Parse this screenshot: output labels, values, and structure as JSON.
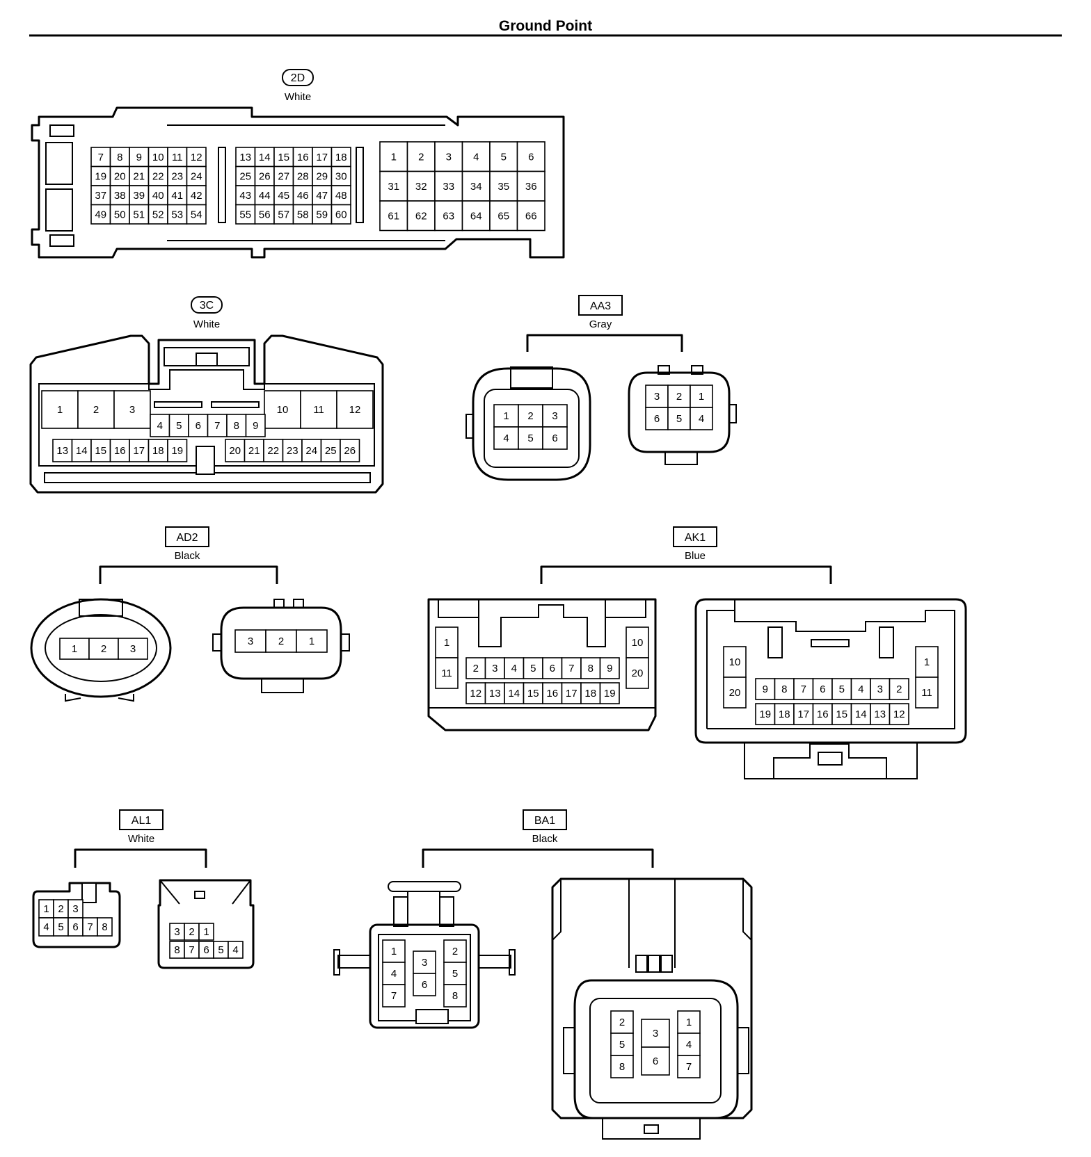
{
  "title": "Ground Point",
  "connectors": [
    {
      "id": "2D",
      "style": "round",
      "color": "White"
    },
    {
      "id": "3C",
      "style": "round",
      "color": "White"
    },
    {
      "id": "AA3",
      "style": "box",
      "color": "Gray"
    },
    {
      "id": "AD2",
      "style": "box",
      "color": "Black"
    },
    {
      "id": "AK1",
      "style": "box",
      "color": "Blue"
    },
    {
      "id": "AL1",
      "style": "box",
      "color": "White"
    },
    {
      "id": "BA1",
      "style": "box",
      "color": "Black"
    }
  ],
  "pins": {
    "c2d_a": [
      [
        "7",
        "8",
        "9",
        "10",
        "11",
        "12"
      ],
      [
        "19",
        "20",
        "21",
        "22",
        "23",
        "24"
      ],
      [
        "37",
        "38",
        "39",
        "40",
        "41",
        "42"
      ],
      [
        "49",
        "50",
        "51",
        "52",
        "53",
        "54"
      ]
    ],
    "c2d_b": [
      [
        "13",
        "14",
        "15",
        "16",
        "17",
        "18"
      ],
      [
        "25",
        "26",
        "27",
        "28",
        "29",
        "30"
      ],
      [
        "43",
        "44",
        "45",
        "46",
        "47",
        "48"
      ],
      [
        "55",
        "56",
        "57",
        "58",
        "59",
        "60"
      ]
    ],
    "c2d_c": [
      [
        "1",
        "2",
        "3",
        "4",
        "5",
        "6"
      ],
      [
        "31",
        "32",
        "33",
        "34",
        "35",
        "36"
      ],
      [
        "61",
        "62",
        "63",
        "64",
        "65",
        "66"
      ]
    ],
    "c3c_left": [
      "1",
      "2",
      "3"
    ],
    "c3c_right": [
      "10",
      "11",
      "12"
    ],
    "c3c_mid": [
      "4",
      "5",
      "6",
      "7",
      "8",
      "9"
    ],
    "c3c_bottom_left": [
      "13",
      "14",
      "15",
      "16",
      "17",
      "18",
      "19"
    ],
    "c3c_bottom_right": [
      "20",
      "21",
      "22",
      "23",
      "24",
      "25",
      "26"
    ],
    "aa3_left": [
      [
        "1",
        "2",
        "3"
      ],
      [
        "4",
        "5",
        "6"
      ]
    ],
    "aa3_right": [
      [
        "3",
        "2",
        "1"
      ],
      [
        "6",
        "5",
        "4"
      ]
    ],
    "ad2_left": [
      "1",
      "2",
      "3"
    ],
    "ad2_right": [
      "3",
      "2",
      "1"
    ],
    "ak1_left": {
      "col_left": [
        "1",
        "11"
      ],
      "top": [
        "2",
        "3",
        "4",
        "5",
        "6",
        "7",
        "8",
        "9"
      ],
      "bottom": [
        "12",
        "13",
        "14",
        "15",
        "16",
        "17",
        "18",
        "19"
      ],
      "col_right": [
        "10",
        "20"
      ]
    },
    "ak1_right": {
      "col_left": [
        "10",
        "20"
      ],
      "top": [
        "9",
        "8",
        "7",
        "6",
        "5",
        "4",
        "3",
        "2"
      ],
      "bottom": [
        "19",
        "18",
        "17",
        "16",
        "15",
        "14",
        "13",
        "12"
      ],
      "col_right": [
        "1",
        "11"
      ]
    },
    "al1_left": {
      "top": [
        "1",
        "2",
        "3"
      ],
      "bottom": [
        "4",
        "5",
        "6",
        "7",
        "8"
      ]
    },
    "al1_right": {
      "top": [
        "3",
        "2",
        "1"
      ],
      "bottom": [
        "8",
        "7",
        "6",
        "5",
        "4"
      ]
    },
    "ba1_left": {
      "col1": [
        "1",
        "4",
        "7"
      ],
      "mid": [
        "3",
        "6"
      ],
      "col3": [
        "2",
        "5",
        "8"
      ]
    },
    "ba1_right": {
      "col1": [
        "2",
        "5",
        "8"
      ],
      "mid": [
        "3",
        "6"
      ],
      "col3": [
        "1",
        "4",
        "7"
      ]
    }
  }
}
